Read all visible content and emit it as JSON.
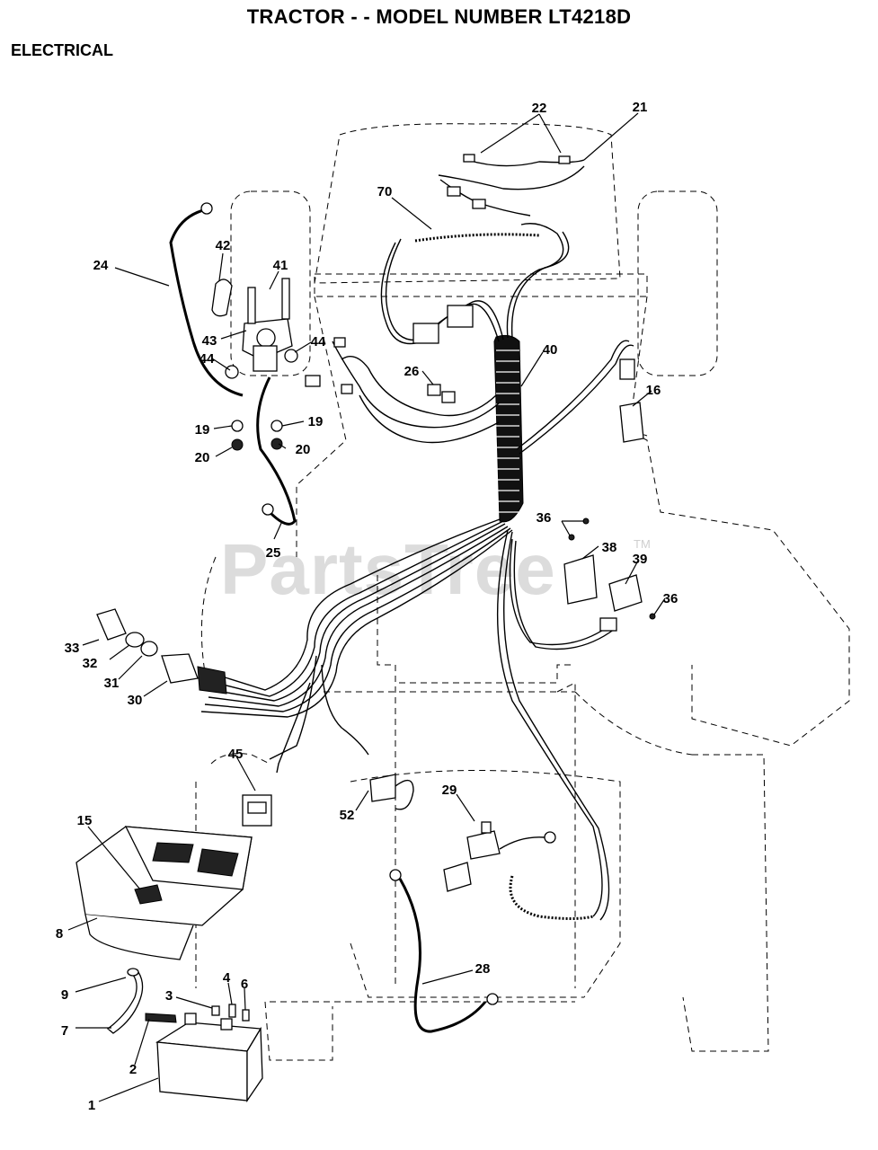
{
  "title": "TRACTOR - - MODEL NUMBER LT4218D",
  "section": "ELECTRICAL",
  "watermark": {
    "text": "PartsTree",
    "tm": "TM"
  },
  "callouts": [
    "22",
    "21",
    "70",
    "42",
    "41",
    "24",
    "43",
    "44",
    "44",
    "40",
    "26",
    "16",
    "19",
    "19",
    "20",
    "20",
    "25",
    "36",
    "38",
    "39",
    "36",
    "33",
    "32",
    "31",
    "30",
    "45",
    "29",
    "52",
    "15",
    "8",
    "28",
    "9",
    "4",
    "6",
    "3",
    "7",
    "2",
    "1"
  ]
}
